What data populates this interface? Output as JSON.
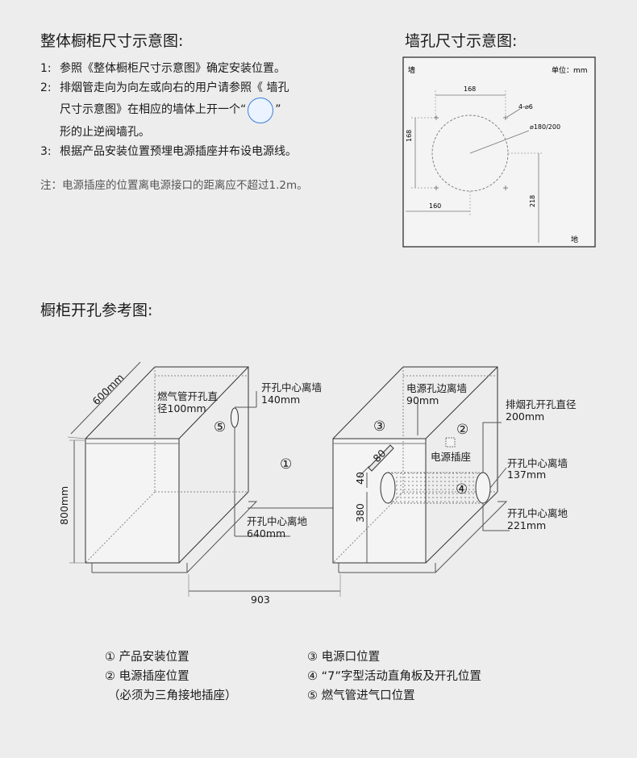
{
  "section1": {
    "title": "整体橱柜尺寸示意图:",
    "steps": [
      {
        "num": "1:",
        "text": "参照《整体橱柜尺寸示意图》确定安装位置。"
      },
      {
        "num": "2:",
        "text": "排烟管走向为向左或向右的用户请参照《 墙孔",
        "text2a": "尺寸示意图》在相应的墙体上开一个“",
        "text2b": "”",
        "text3": "形的止逆阀墙孔。"
      },
      {
        "num": "3:",
        "text": "根据产品安装位置预埋电源插座并布设电源线。"
      }
    ],
    "note": "注：电源插座的位置离电源接口的距离应不超过1.2m。"
  },
  "section2": {
    "title": "墙孔尺寸示意图:",
    "wall_label": "墙",
    "unit_label": "单位：mm",
    "dim_top": "168",
    "dim_left": "168",
    "dim_bottom": "160",
    "dim_right": "218",
    "screw_label": "4-⌀6",
    "dia_label": "⌀180/200",
    "ground_label": "地"
  },
  "section3": {
    "title": "橱柜开孔参考图:",
    "depth_label": "600mm",
    "height_label": "800mm",
    "gas_hole_label_1": "燃气管开孔直",
    "gas_hole_label_2": "径100mm",
    "gas_wall_label_1": "开孔中心离墙",
    "gas_wall_label_2": "140mm",
    "gas_ground_label_1": "开孔中心离地",
    "gas_ground_label_2": "640mm",
    "power_wall_label_1": "电源孔边离墙",
    "power_wall_label_2": "90mm",
    "exhaust_dia_label_1": "排烟孔开孔直径",
    "exhaust_dia_label_2": "200mm",
    "socket_label": "电源插座",
    "exhaust_wall_label_1": "开孔中心离墙",
    "exhaust_wall_label_2": "137mm",
    "exhaust_ground_label_1": "开孔中心离地",
    "exhaust_ground_label_2": "221mm",
    "dim_80": "80",
    "dim_40": "40",
    "dim_380": "380",
    "dim_903": "903",
    "marker_1": "①",
    "marker_2": "②",
    "marker_3": "③",
    "marker_4": "④",
    "marker_5": "⑤"
  },
  "legend": [
    {
      "marker": "①",
      "text": "产品安装位置"
    },
    {
      "marker": "②",
      "text": "电源插座位置"
    },
    {
      "marker": "",
      "text": "（必须为三角接地插座）"
    },
    {
      "marker": "③",
      "text": "电源口位置"
    },
    {
      "marker": "④",
      "text": "“7”字型活动直角板及开孔位置"
    },
    {
      "marker": "⑤",
      "text": "燃气管进气口位置"
    }
  ]
}
